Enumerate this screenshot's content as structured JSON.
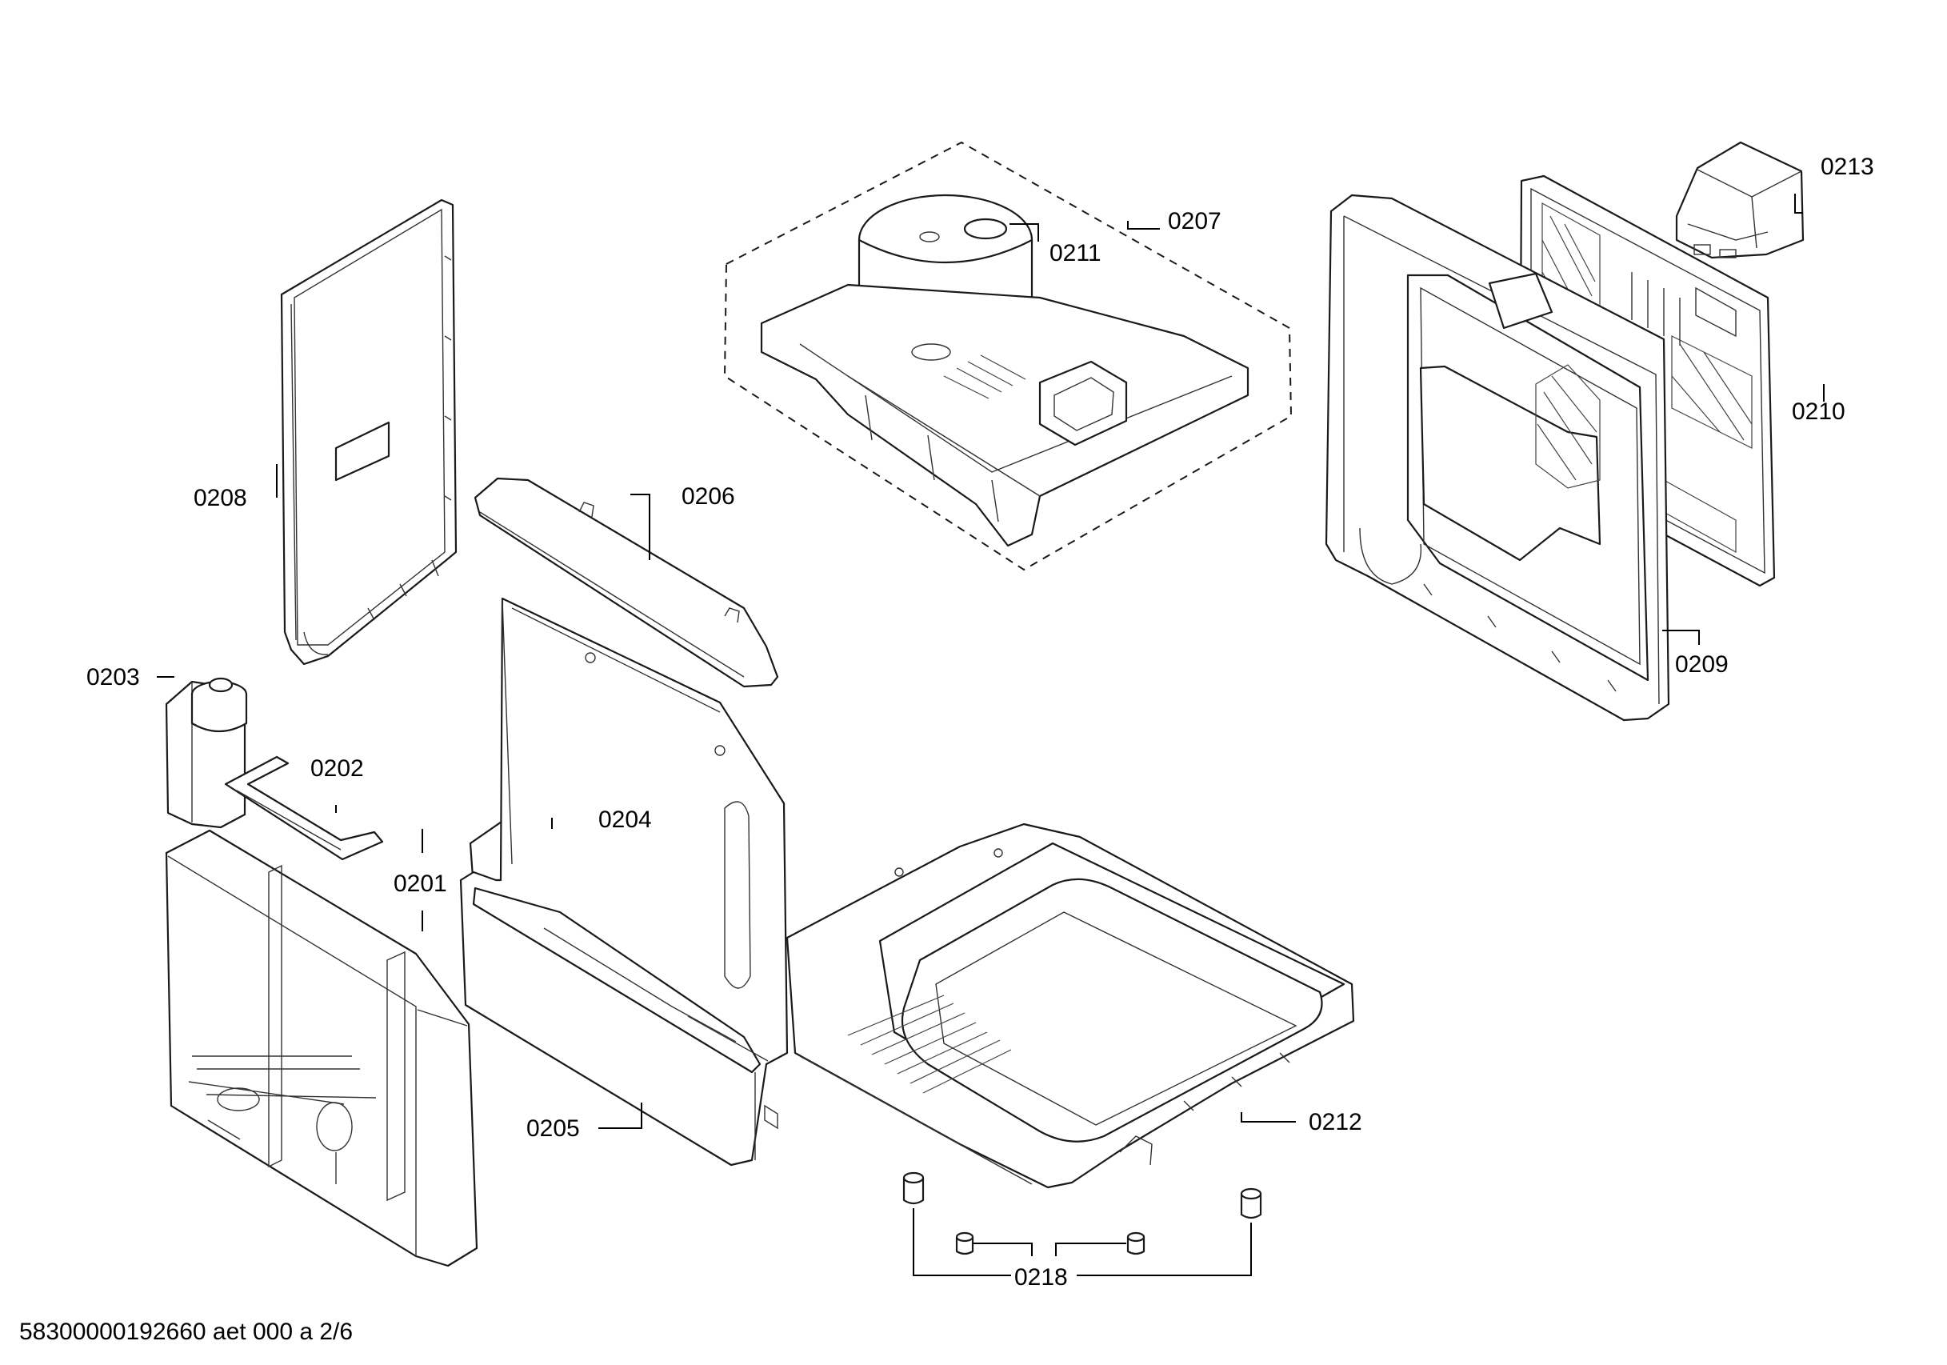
{
  "document_ref": "58300000192660 aet 000 a 2/6",
  "callouts": {
    "c0201": "0201",
    "c0202": "0202",
    "c0203": "0203",
    "c0204": "0204",
    "c0205": "0205",
    "c0206": "0206",
    "c0207": "0207",
    "c0208": "0208",
    "c0209": "0209",
    "c0210": "0210",
    "c0211": "0211",
    "c0212": "0212",
    "c0213": "0213",
    "c0218": "0218"
  }
}
